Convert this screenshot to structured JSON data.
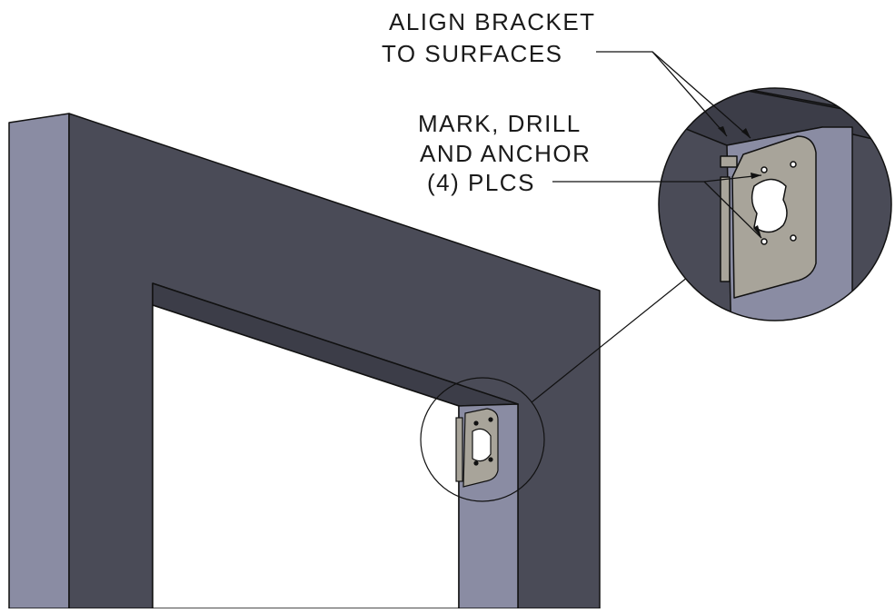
{
  "callouts": {
    "align": {
      "line1": "ALIGN BRACKET",
      "line2": "TO SURFACES"
    },
    "mark": {
      "line1": "MARK, DRILL",
      "line2": "AND ANCHOR",
      "line3": "(4) PLCS"
    }
  },
  "colors": {
    "frame_face": "#4a4b57",
    "frame_edge": "#8a8ca3",
    "frame_inner": "#3c3d48",
    "bracket": "#a8a49a",
    "outline": "#111111",
    "background": "#ffffff"
  }
}
